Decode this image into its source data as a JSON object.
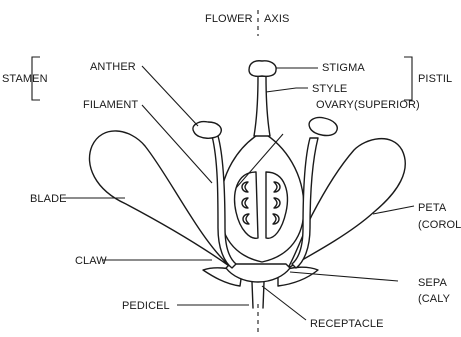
{
  "labels": {
    "flower": "FLOWER",
    "axis": "AXIS",
    "stigma": "STIGMA",
    "style": "STYLE",
    "ovary": "OVARY",
    "superior": "(SUPERIOR)",
    "pistil": "PISTIL",
    "stamen": "STAMEN",
    "anther": "ANTHER",
    "filament": "FILAMENT",
    "blade": "BLADE",
    "peta": "PETA",
    "corol": "(COROL",
    "claw": "CLAW",
    "sepa": "SEPA",
    "caly": "(CALY",
    "pedicel": "PEDICEL",
    "receptacle": "RECEPTACLE"
  }
}
